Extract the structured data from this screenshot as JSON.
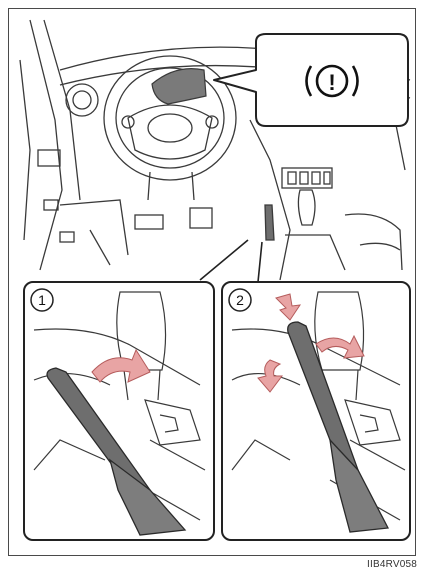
{
  "indicator": {
    "symbol": "(!)"
  },
  "steps": [
    {
      "number": "1"
    },
    {
      "number": "2"
    }
  ],
  "figure_code": "IIB4RV058",
  "colors": {
    "line": "#3a3a3a",
    "gauge_fill": "#7a7a7a",
    "lever_fill": "#6e6e6e",
    "arrow_fill": "#e8a4a4",
    "arrow_stroke": "#b55c5c",
    "callout_border": "#222222"
  }
}
